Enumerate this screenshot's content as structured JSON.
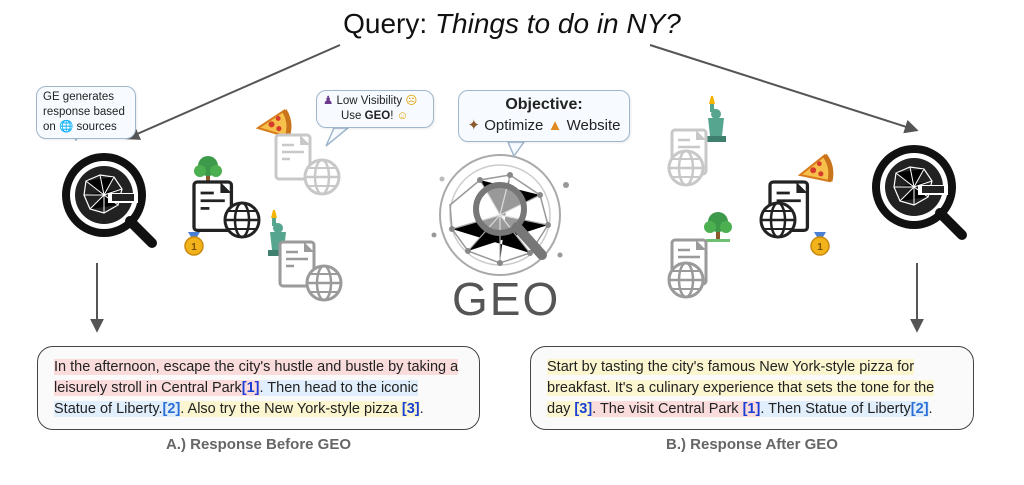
{
  "title": {
    "prefix": "Query: ",
    "query": "Things to do in NY?"
  },
  "left_bubble": {
    "line1": "GE generates",
    "line2": "response based",
    "line3a": "on ",
    "line3b": " sources"
  },
  "visibility_bubble": {
    "line1": "Low Visibility",
    "line2a": "Use ",
    "line2b": "GEO",
    "line2c": "!"
  },
  "objective_bubble": {
    "heading": "Objective:",
    "text_a": "Optimize",
    "text_b": "Website"
  },
  "center_logo_text": "GEO",
  "badge_number": "1",
  "response_before": {
    "s1": "In the afternoon, escape the city's hustle and bustle by taking a leisurely stroll in Central Park",
    "c1": "[1]",
    "s2": ". Then head to the iconic Statue of Liberty.",
    "c2": "[2]",
    "s3": ". Also try the New York-style pizza ",
    "c3": "[3]",
    "s4": "."
  },
  "response_after": {
    "s1": "Start by tasting the city's famous New York-style pizza for breakfast. It's a culinary experience that sets the tone for the day ",
    "c1": "[3]",
    "s2": ". The visit Central Park ",
    "c2": "[1]",
    "s3": ". Then Statue of Liberty",
    "c3": "[2]",
    "s4": "."
  },
  "caption_before": "A.) Response Before GEO",
  "caption_after": "B.) Response After GEO",
  "colors": {
    "arrow": "#555555",
    "citation": "#1a3fd6",
    "highlight_red": "#fbdcdc",
    "highlight_blue": "#e1eefb",
    "highlight_yellow": "#fbf6cf"
  }
}
